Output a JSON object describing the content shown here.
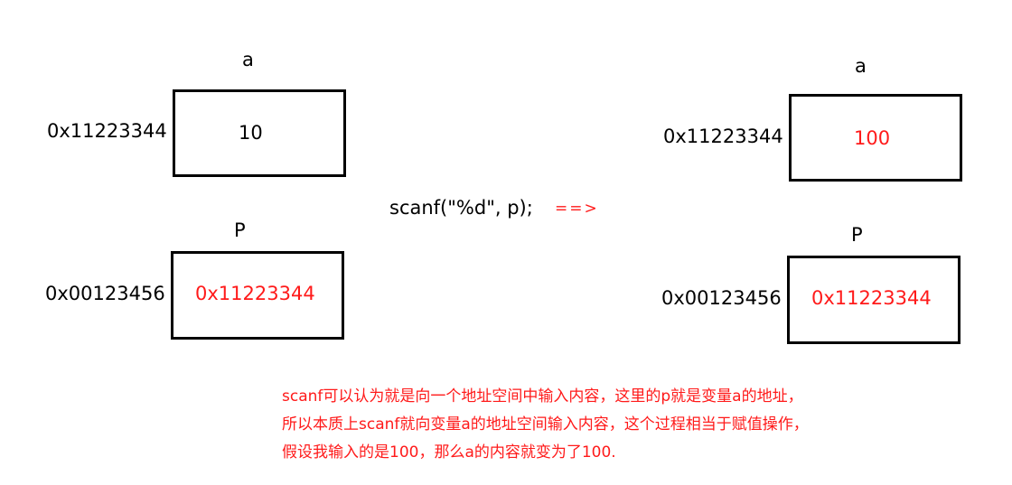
{
  "colors": {
    "text": "#000000",
    "highlight": "#ff1a1a",
    "border": "#000000",
    "background": "#ffffff"
  },
  "before": {
    "var_a": {
      "name": "a",
      "address": "0x11223344",
      "value": "10"
    },
    "var_p": {
      "name": "P",
      "address": "0x00123456",
      "value": "0x11223344"
    }
  },
  "operation": {
    "code": "scanf(\"%d\", p);",
    "arrow": "==>"
  },
  "after": {
    "var_a": {
      "name": "a",
      "address": "0x11223344",
      "value": "100"
    },
    "var_p": {
      "name": "P",
      "address": "0x00123456",
      "value": "0x11223344"
    }
  },
  "explanation": {
    "lines": [
      "scanf可以认为就是向一个地址空间中输入内容，这里的p就是变量a的地址，",
      "所以本质上scanf就向变量a的地址空间输入内容，这个过程相当于赋值操作，",
      "假设我输入的是100，那么a的内容就变为了100."
    ]
  }
}
